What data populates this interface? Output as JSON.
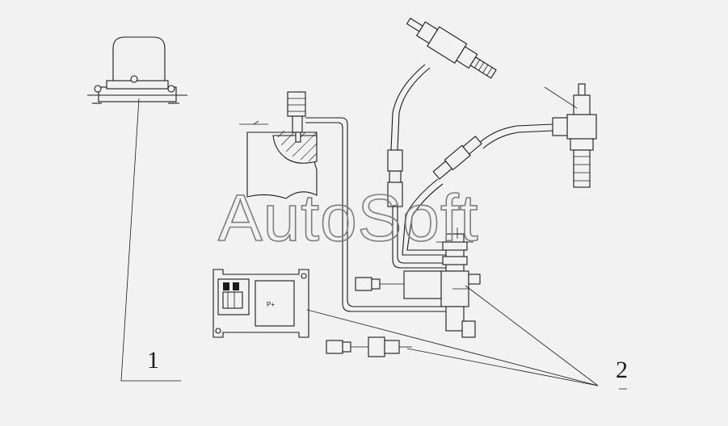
{
  "watermark": "AutoSoft",
  "callouts": [
    {
      "label": "1"
    },
    {
      "label": "2"
    }
  ],
  "module_label": "P+",
  "colors": {
    "background": "#f2f2f2",
    "line": "#1a1a1a",
    "watermark": "#7d7d7d"
  }
}
